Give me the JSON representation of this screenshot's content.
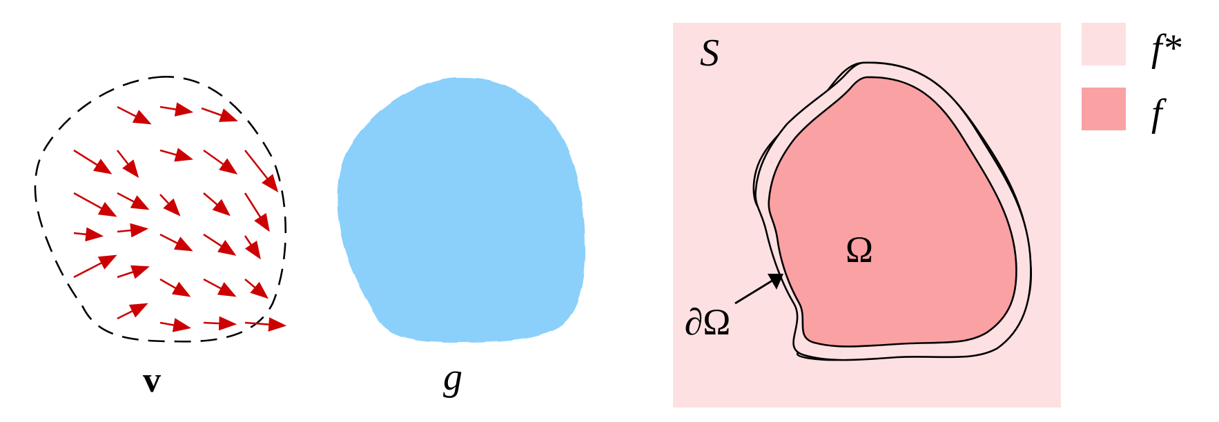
{
  "labels": {
    "vector_field": "v",
    "guidance": "g",
    "domain_S": "S",
    "omega": "Ω",
    "boundary": "∂Ω",
    "legend_f_star": "f*",
    "legend_f": "f"
  },
  "colors": {
    "arrow": "#cc0000",
    "blob_fill": "#8ad0fa",
    "background_region": "#fde0e2",
    "omega_fill": "#f9a1a3",
    "outline": "#000000"
  }
}
